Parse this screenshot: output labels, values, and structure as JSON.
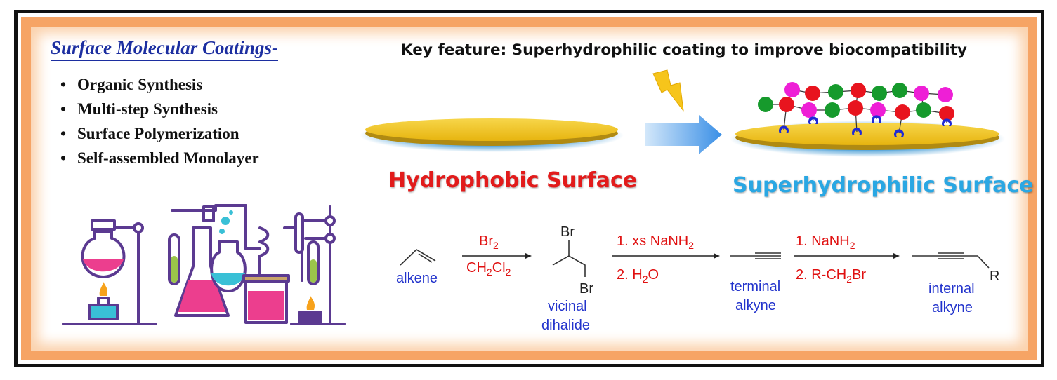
{
  "header": {
    "title": "Surface Molecular Coatings-",
    "key_feature": "Key feature: Superhydrophilic coating to improve biocompatibility"
  },
  "bullets": [
    "Organic Synthesis",
    "Multi-step Synthesis",
    "Surface Polymerization",
    "Self-assembled Monolayer"
  ],
  "surfaces": {
    "left_label": "Hydrophobic Surface",
    "right_label": "Superhydrophilic Surface"
  },
  "reaction": {
    "alkene": "alkene",
    "step1_reagent_top": "Br",
    "step1_reagent_top_sub": "2",
    "step1_reagent_bottom": "CH",
    "step1_reagent_bottom_sub1": "2",
    "step1_reagent_bottom_mid": "Cl",
    "step1_reagent_bottom_sub2": "2",
    "dihalide_br_top": "Br",
    "dihalide_br_bottom": "Br",
    "dihalide_line1": "vicinal",
    "dihalide_line2": "dihalide",
    "step2_top": "1. xs NaNH",
    "step2_top_sub": "2",
    "step2_bottom": "2. H",
    "step2_bottom_sub": "2",
    "step2_bottom_end": "O",
    "terminal_line1": "terminal",
    "terminal_line2": "alkyne",
    "step3_top": "1. NaNH",
    "step3_top_sub": "2",
    "step3_bottom": "2. R-CH",
    "step3_bottom_sub": "2",
    "step3_bottom_end": "Br",
    "internal_line1": "internal",
    "internal_line2": "alkyne",
    "r_group": "R"
  },
  "colors": {
    "title_blue": "#1c2ea0",
    "hydrophobic_red": "#e21b1b",
    "superhydrophilic_blue": "#2aa7e3",
    "reagent_red": "#e01010",
    "label_blue": "#2233cc",
    "frame_orange": "#f6a465",
    "gold": "#f2c31a",
    "node_red": "#e8141e",
    "node_green": "#169a2c",
    "node_magenta": "#ee1fd6",
    "anchor_blue": "#1f2ad6",
    "lab_purple": "#5b3a91",
    "lab_pink": "#ec3e8e",
    "lab_green": "#9bc54a",
    "lab_cyan": "#39c0d6"
  },
  "icons": [
    "lightning-icon",
    "right-arrow-icon",
    "lab-equipment-illustration"
  ]
}
